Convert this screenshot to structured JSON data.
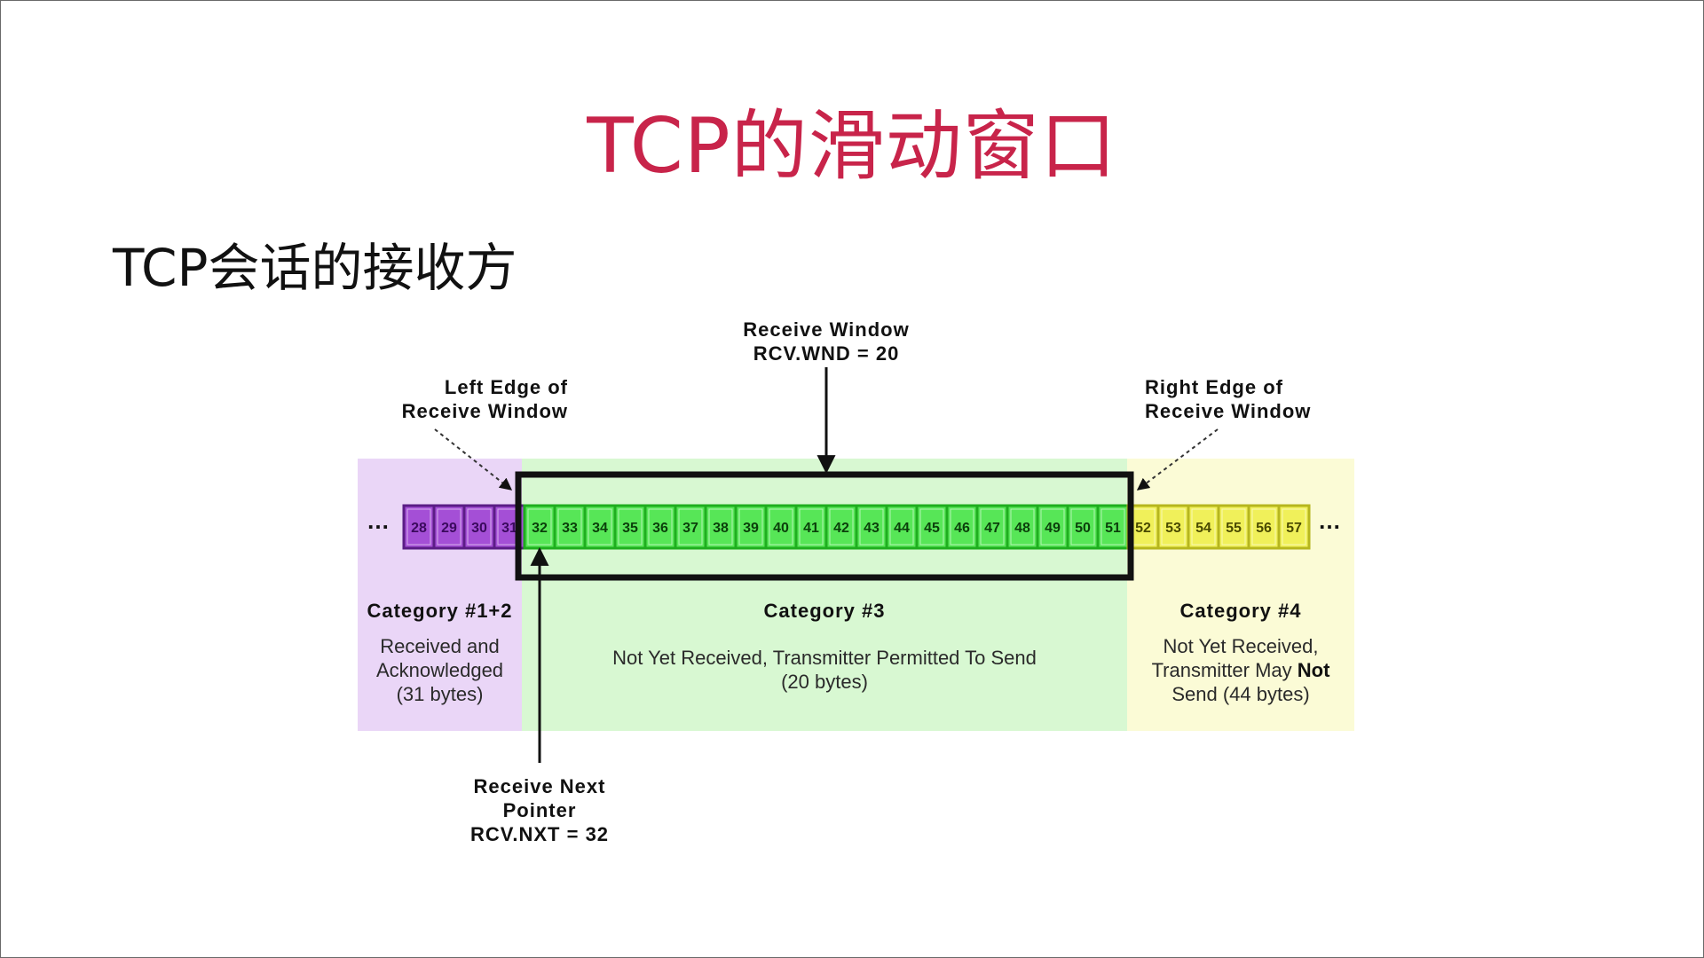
{
  "slide": {
    "title": "TCP的滑动窗口",
    "subtitle": "TCP会话的接收方"
  },
  "diagram": {
    "ellipsis_left": "…",
    "ellipsis_right": "…",
    "receive_window_label": [
      "Receive Window",
      "RCV.WND = 20"
    ],
    "left_edge_label": [
      "Left Edge of",
      "Receive Window"
    ],
    "right_edge_label": [
      "Right Edge of",
      "Receive Window"
    ],
    "receive_next_label": [
      "Receive Next",
      "Pointer",
      "RCV.NXT = 32"
    ],
    "categories": [
      {
        "title": "Category #1+2",
        "description": [
          "Received and",
          "Acknowledged",
          "(31 bytes)"
        ],
        "first_byte": 28,
        "last_byte": 31,
        "color": "#a44fd6",
        "border": "#5b1d86",
        "text_color": "#3b0a5e"
      },
      {
        "title": "Category #3",
        "description": [
          "Not Yet Received, Transmitter Permitted To Send",
          "(20 bytes)"
        ],
        "first_byte": 32,
        "last_byte": 51,
        "color": "#57e657",
        "border": "#1fae1f",
        "text_color": "#0b3f0b"
      },
      {
        "title": "Category #4",
        "description_lines": [
          [
            {
              "text": "Not Yet Received,"
            }
          ],
          [
            {
              "text": "Transmitter May "
            },
            {
              "text": "Not",
              "bold": true
            }
          ],
          [
            {
              "text": "Send (44 bytes)"
            }
          ]
        ],
        "first_byte": 52,
        "last_byte": 57,
        "color": "#f0f05a",
        "border": "#b6b61e",
        "text_color": "#4a4a00"
      }
    ]
  },
  "colors": {
    "title": "#c8244a",
    "region_purple": "#ead6f7",
    "region_green": "#d8f8d2",
    "region_yellow": "#fbfbd6",
    "window_border": "#111111"
  }
}
